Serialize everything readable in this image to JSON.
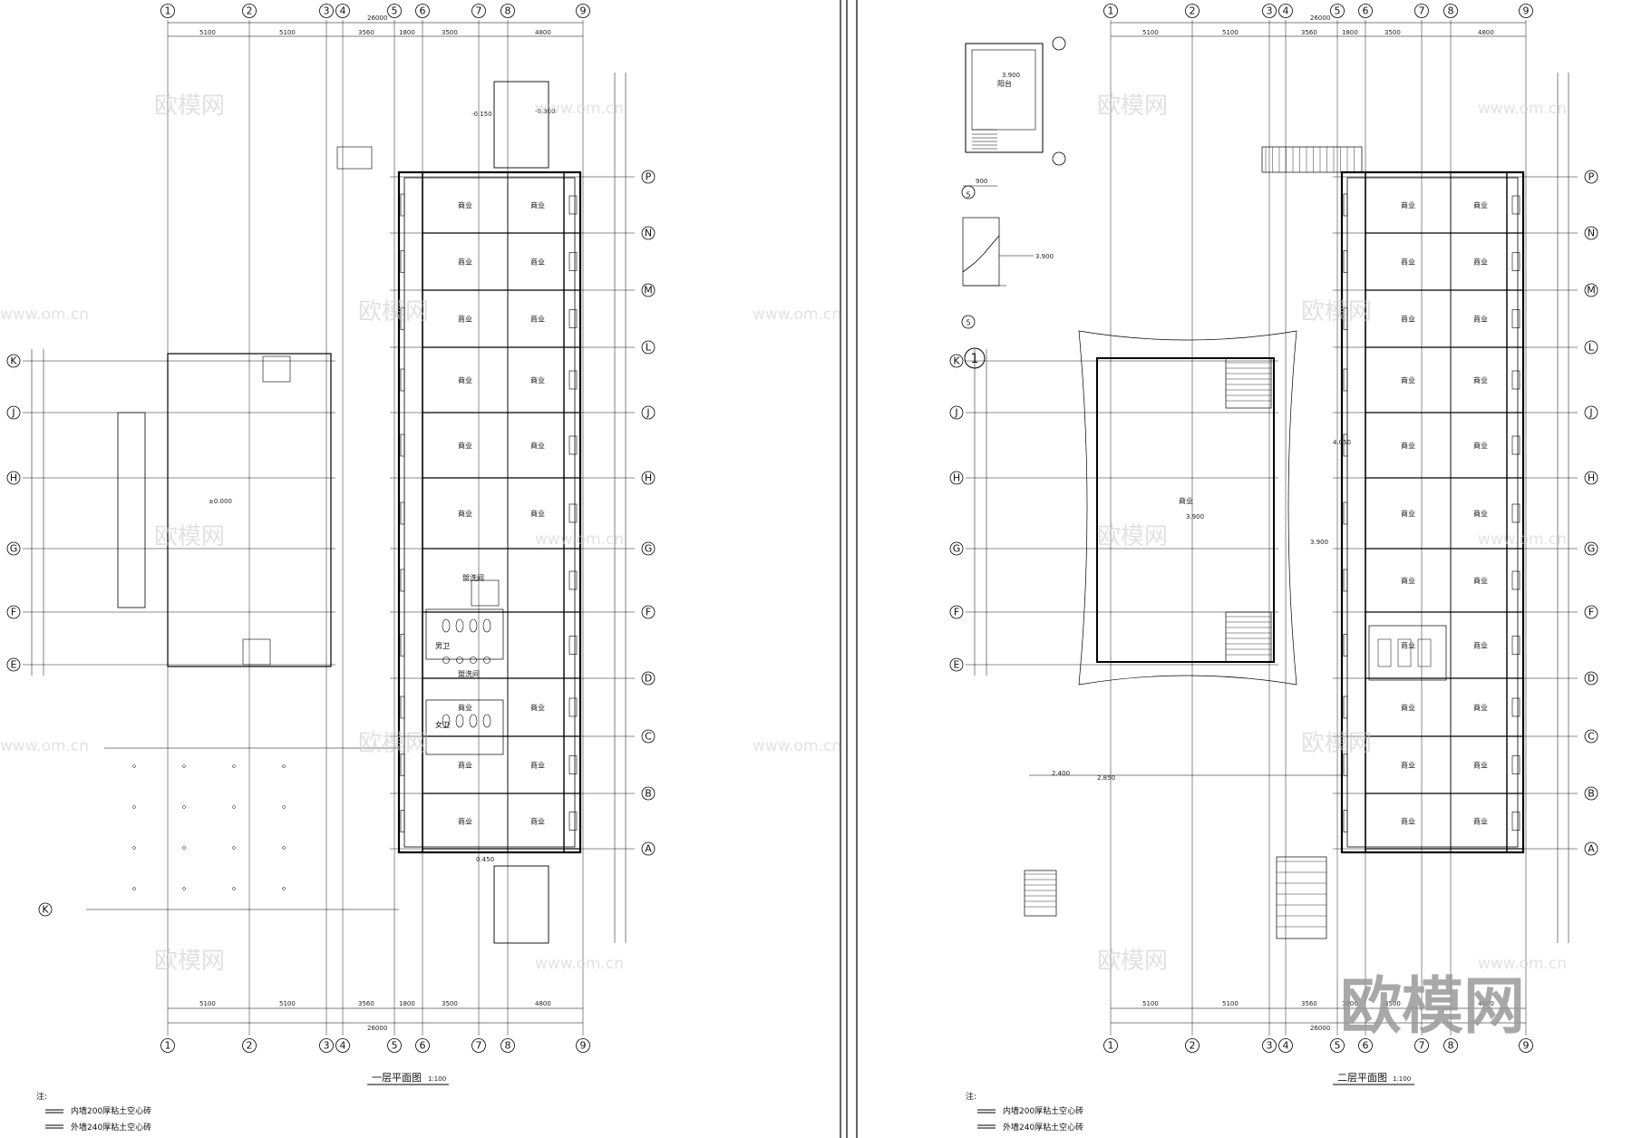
{
  "watermark": {
    "text": "欧模网",
    "url": "www.om.cn",
    "brand": "欧模网"
  },
  "plans": [
    {
      "title": "一层平面图",
      "scale": "1:100",
      "grid_top": [
        "1",
        "2",
        "3",
        "4",
        "5",
        "6",
        "7",
        "8",
        "9"
      ],
      "grid_left": [
        "K",
        "J",
        "H",
        "G",
        "F",
        "E"
      ],
      "grid_right": [
        "P",
        "N",
        "M",
        "L",
        "J",
        "H",
        "G",
        "F",
        "D",
        "C",
        "B",
        "A"
      ],
      "total_dim": "26000",
      "dims": [
        "5100",
        "5100",
        "3560",
        "1800",
        "3500",
        "4800"
      ],
      "room_label": "商业",
      "toilet_male": "男卫",
      "toilet_female": "女卫",
      "wash": "盥洗间",
      "elevation_a": "±0.000",
      "elevation_b": "-0.150",
      "elevation_c": "-0.300",
      "elevation_d": "0.450"
    },
    {
      "title": "二层平面图",
      "scale": "1:100",
      "grid_top": [
        "1",
        "2",
        "3",
        "4",
        "5",
        "6",
        "7",
        "8",
        "9"
      ],
      "grid_left": [
        "K",
        "J",
        "H",
        "G",
        "F",
        "E"
      ],
      "grid_right": [
        "P",
        "N",
        "M",
        "L",
        "J",
        "H",
        "G",
        "F",
        "D",
        "C",
        "B",
        "A"
      ],
      "total_dim": "26000",
      "dims": [
        "5100",
        "5100",
        "3560",
        "1800",
        "3500",
        "4800"
      ],
      "room_label": "商业",
      "elevation_a": "3.900",
      "elevation_b": "2.850",
      "elevation_c": "2.400",
      "elevation_d": "4.050",
      "balcony_label": "阳台"
    }
  ],
  "notes": {
    "heading": "注:",
    "line1": "内墙200厚粘土空心砖",
    "line2": "外墙240厚粘土空心砖"
  },
  "details": {
    "section_mark": "1",
    "d1": "3.900",
    "d2": "900"
  }
}
